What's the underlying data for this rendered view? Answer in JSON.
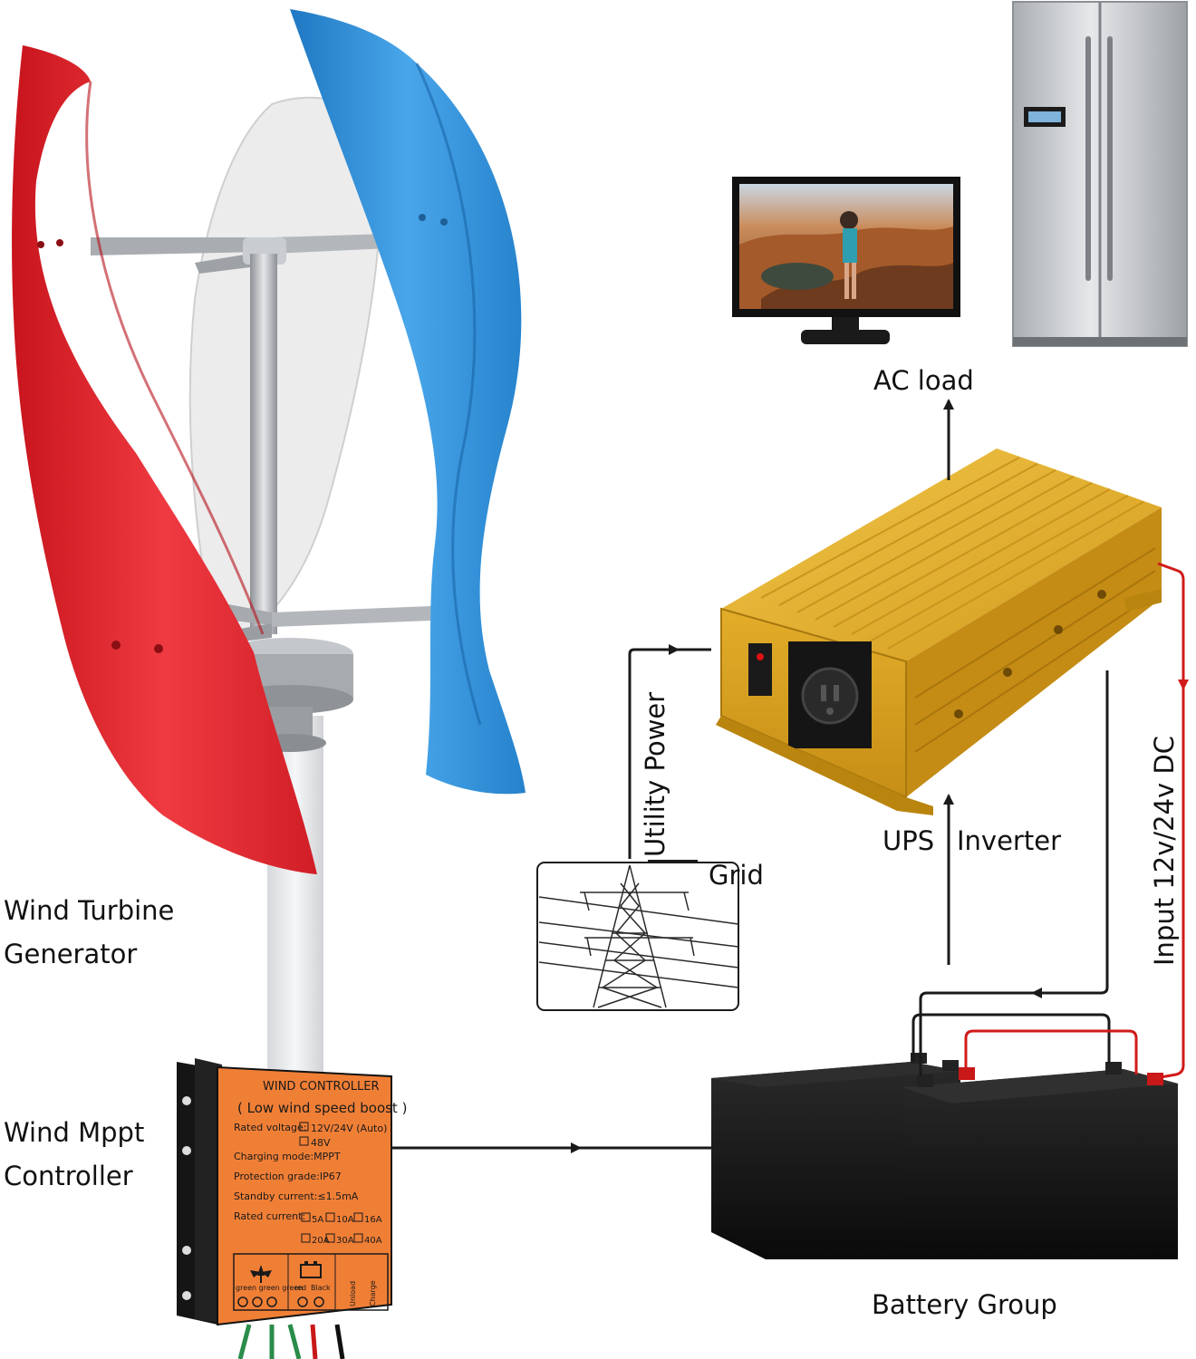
{
  "labels": {
    "ac_load": "AC load",
    "utility_power": "Utility Power",
    "grid": "Grid",
    "ups": "UPS",
    "inverter": "Inverter",
    "input_dc": "Input 12v/24v DC",
    "wind_turbine_line1": "Wind Turbine",
    "wind_turbine_line2": "Generator",
    "mppt_line1": "Wind Mppt",
    "mppt_line2": "Controller",
    "battery_group": "Battery Group"
  },
  "controller": {
    "title": "WIND CONTROLLER",
    "subtitle": "( Low wind speed boost )",
    "rated_voltage": "Rated voltage:",
    "voltage_auto": "12V/24V (Auto)",
    "voltage_48": "48V",
    "charging_mode": "Charging mode:MPPT",
    "protection": "Protection grade:IP67",
    "standby": "Standby current:≤1.5mA",
    "rated_current": "Rated current:",
    "currents_row1": [
      "5A",
      "10A",
      "16A"
    ],
    "currents_row2": [
      "20A",
      "30A",
      "40A"
    ],
    "terminal_colors": "green green green",
    "terminal_red": "red",
    "terminal_black": "Black",
    "unload": "Unload",
    "charge": "Charge"
  },
  "colors": {
    "turbine_red": "#e3262f",
    "turbine_blue": "#2f8fd6",
    "turbine_white": "#eeeeee",
    "inverter_gold": "#e1ad2c",
    "controller_orange": "#f07f36",
    "battery_black": "#141414",
    "dc_wire_red": "#d11a1a",
    "wire_black": "#1a1a1a"
  }
}
